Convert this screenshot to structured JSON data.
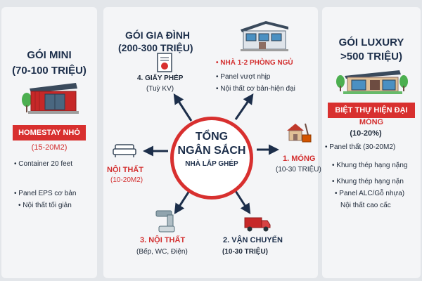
{
  "left": {
    "title": "GÓI MINI",
    "range": "(70-100 TRIỆU)",
    "tag": "HOMESTAY NHỎ",
    "tag_sub": "(15-20M2)",
    "items": [
      "• Container 20 feet",
      "• Panel EPS cơ bản",
      "• Nội thất tối giản"
    ]
  },
  "center": {
    "line1": "TỔNG",
    "line2": "NGÂN SẮCH",
    "line3": "NHÀ LẮP GHÉP"
  },
  "middle": {
    "title": "GÓI GIA ĐÌNH",
    "range": "(200-300 TRIỆU)",
    "house_tag": "• NHÀ 1-2 PHÒNG NGỦ",
    "house_items": [
      "• Panel vượt nhịp",
      "• Nội thất cơ bản-hiện đại"
    ],
    "permit_label": "4. GIẤY PHÉP",
    "permit_sub": "(Tuỳ KV)",
    "foundation_label": "1. MÓNG",
    "foundation_sub": "(10-30 TRIỆU)",
    "interior_left_label": "NỘI THẤT",
    "interior_left_sub": "(10-20M2)",
    "interior_label": "3. NỘI THẤT",
    "interior_sub": "(Bếp, WC, Điện)",
    "transport_label": "2. VẬN CHUYỂN",
    "transport_sub": "(10-30 TRIỆU)"
  },
  "right": {
    "title": "GÓI LUXURY",
    "range": ">500 TRIỆU)",
    "tag": "BIỆT THỰ HIỆN ĐẠI",
    "tag_sub1": "MÓNG",
    "tag_sub2": "(10-20%)",
    "items": [
      "• Panel thất (30-20M2)",
      "• Khung thép hạng nặng",
      "• Khung thép hạng nặn",
      "• Panel ALC/Gỗ nhựa)",
      "Nội thất cao cấc"
    ]
  },
  "colors": {
    "accent": "#d8302f",
    "navy": "#1c2e4a",
    "background": "#e3e6ea",
    "panel": "#f4f5f7"
  },
  "icons": [
    "container-house-icon",
    "family-house-icon",
    "villa-icon",
    "permit-document-icon",
    "foundation-tools-icon",
    "sofa-icon",
    "faucet-icon",
    "truck-icon"
  ]
}
